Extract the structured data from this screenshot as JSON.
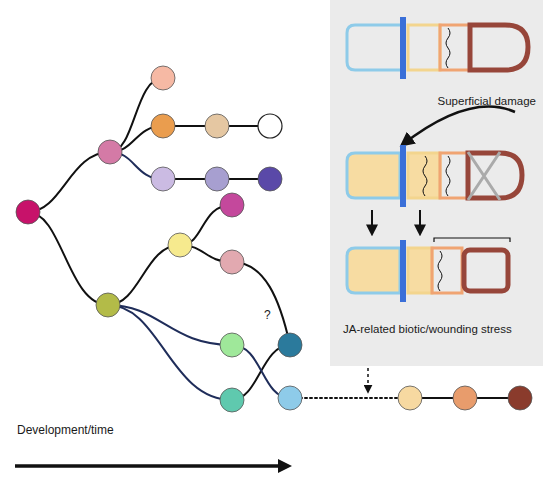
{
  "diagram": {
    "nodes": [
      {
        "text": [
          "Superficial damage",
          "JA-related biotic/wounding stress"
        ]
      }
    ],
    "labels": [
      "?",
      "Development/time"
    ]
  }
}
